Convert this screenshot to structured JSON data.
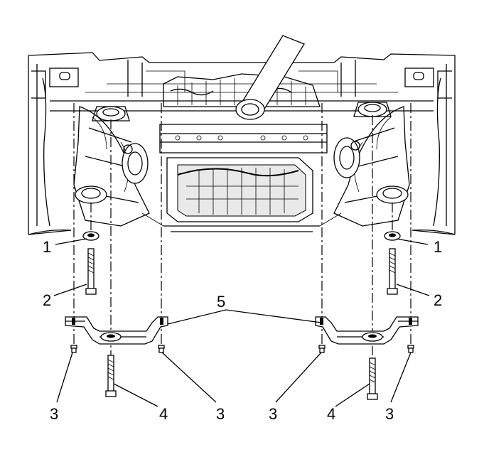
{
  "callouts": {
    "c1_left": "1",
    "c1_right": "1",
    "c2_left": "2",
    "c2_right": "2",
    "c3_a": "3",
    "c3_b": "3",
    "c3_c": "3",
    "c3_d": "3",
    "c4_left": "4",
    "c4_right": "4",
    "c5": "5"
  }
}
